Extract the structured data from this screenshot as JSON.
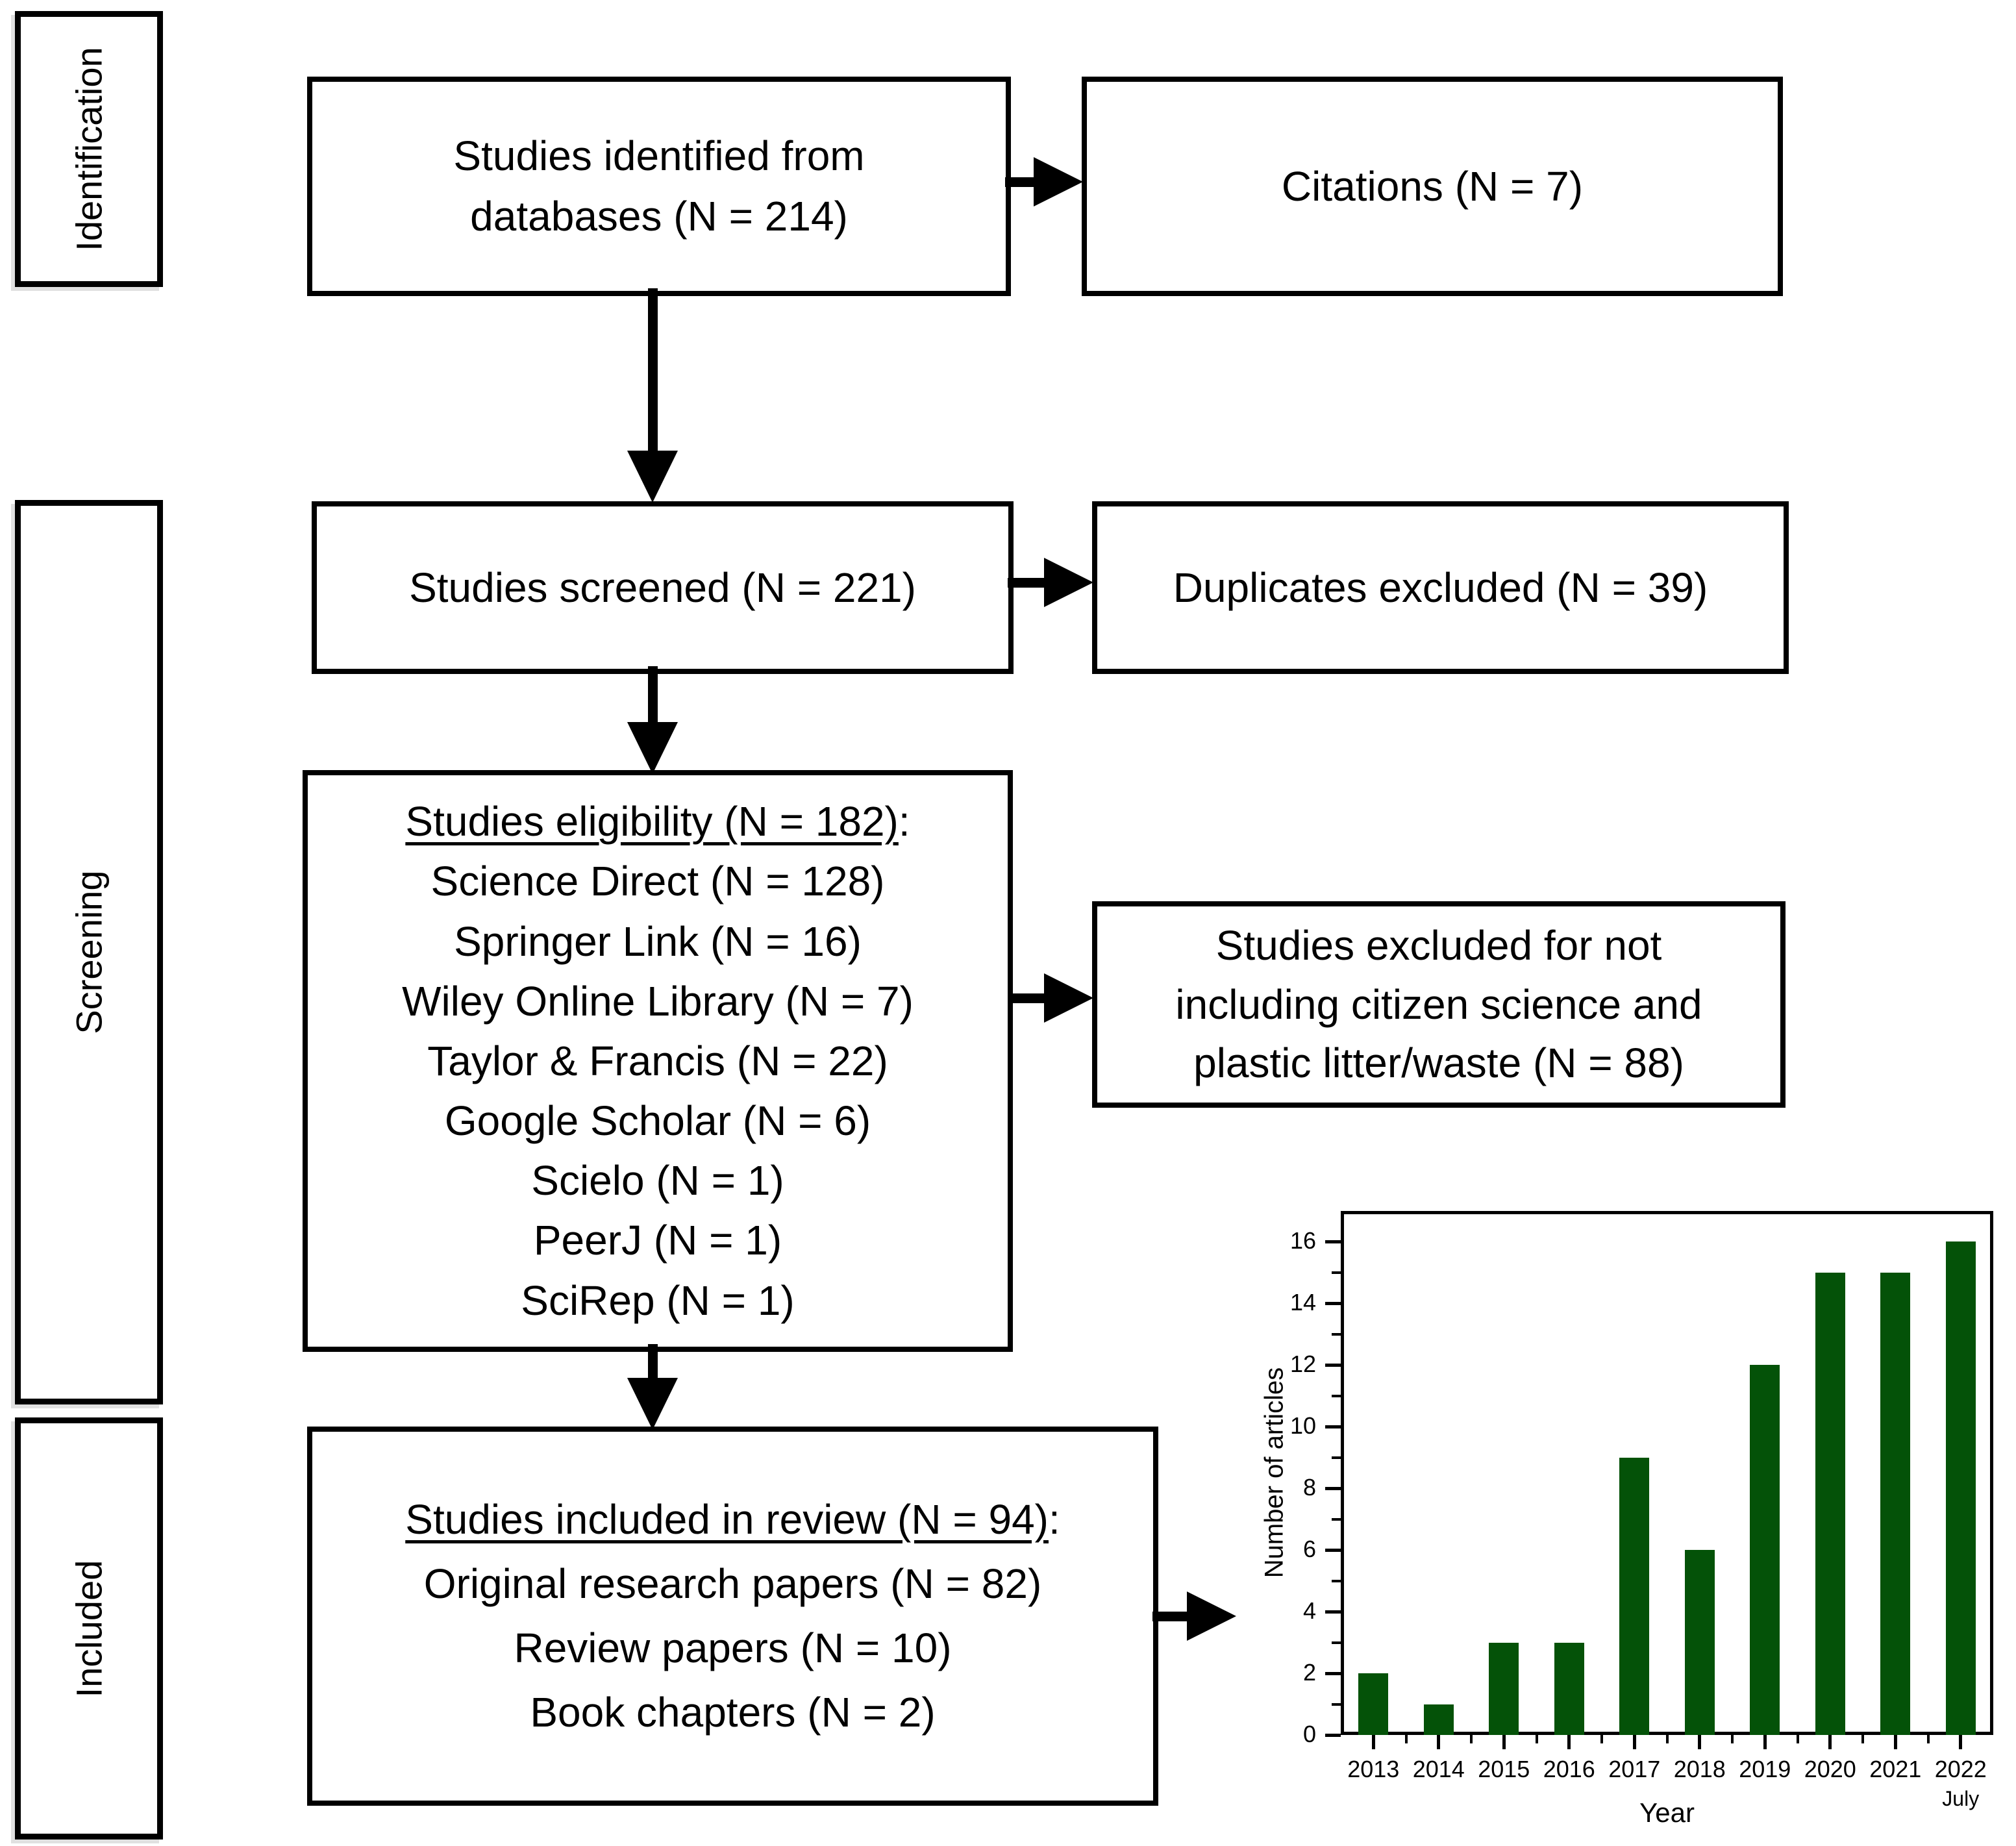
{
  "stages": {
    "identification": "Identification",
    "screening": "Screening",
    "included": "Included"
  },
  "flow": {
    "identified": {
      "lines": [
        "Studies identified from",
        "databases (N = 214)"
      ]
    },
    "citations": {
      "text": "Citations (N = 7)"
    },
    "screened": {
      "text": "Studies screened (N = 221)"
    },
    "duplicates": {
      "text": "Duplicates excluded (N = 39)"
    },
    "eligibility": {
      "title": "Studies eligibility (N = 182)",
      "suffix": ":",
      "items": [
        "Science Direct (N = 128)",
        "Springer Link (N = 16)",
        "Wiley Online Library (N = 7)",
        "Taylor & Francis (N = 22)",
        "Google Scholar (N = 6)",
        "Scielo (N = 1)",
        "PeerJ (N = 1)",
        "SciRep (N = 1)"
      ]
    },
    "excluded": {
      "lines": [
        "Studies excluded for not",
        "including citizen science and",
        "plastic litter/waste (N = 88)"
      ]
    },
    "included": {
      "title": "Studies included in review (N = 94)",
      "suffix": ":",
      "items": [
        "Original research papers (N = 82)",
        "Review papers (N = 10)",
        "Book chapters (N = 2)"
      ]
    }
  },
  "chart_data": {
    "type": "bar",
    "categories": [
      "2013",
      "2014",
      "2015",
      "2016",
      "2017",
      "2018",
      "2019",
      "2020",
      "2021",
      "2022"
    ],
    "values": [
      2,
      1,
      3,
      3,
      9,
      6,
      12,
      15,
      15,
      16
    ],
    "title": "",
    "xlabel": "Year",
    "ylabel": "Number of articles",
    "x_sublabel": "July",
    "x_sublabel_under": "2022",
    "ylim": [
      0,
      17
    ],
    "yticks": [
      0,
      2,
      4,
      6,
      8,
      10,
      12,
      14,
      16
    ],
    "y_minor_step": 1,
    "grid": false,
    "legend": "none",
    "bar_color": "#045208",
    "axis_color": "#000000"
  }
}
